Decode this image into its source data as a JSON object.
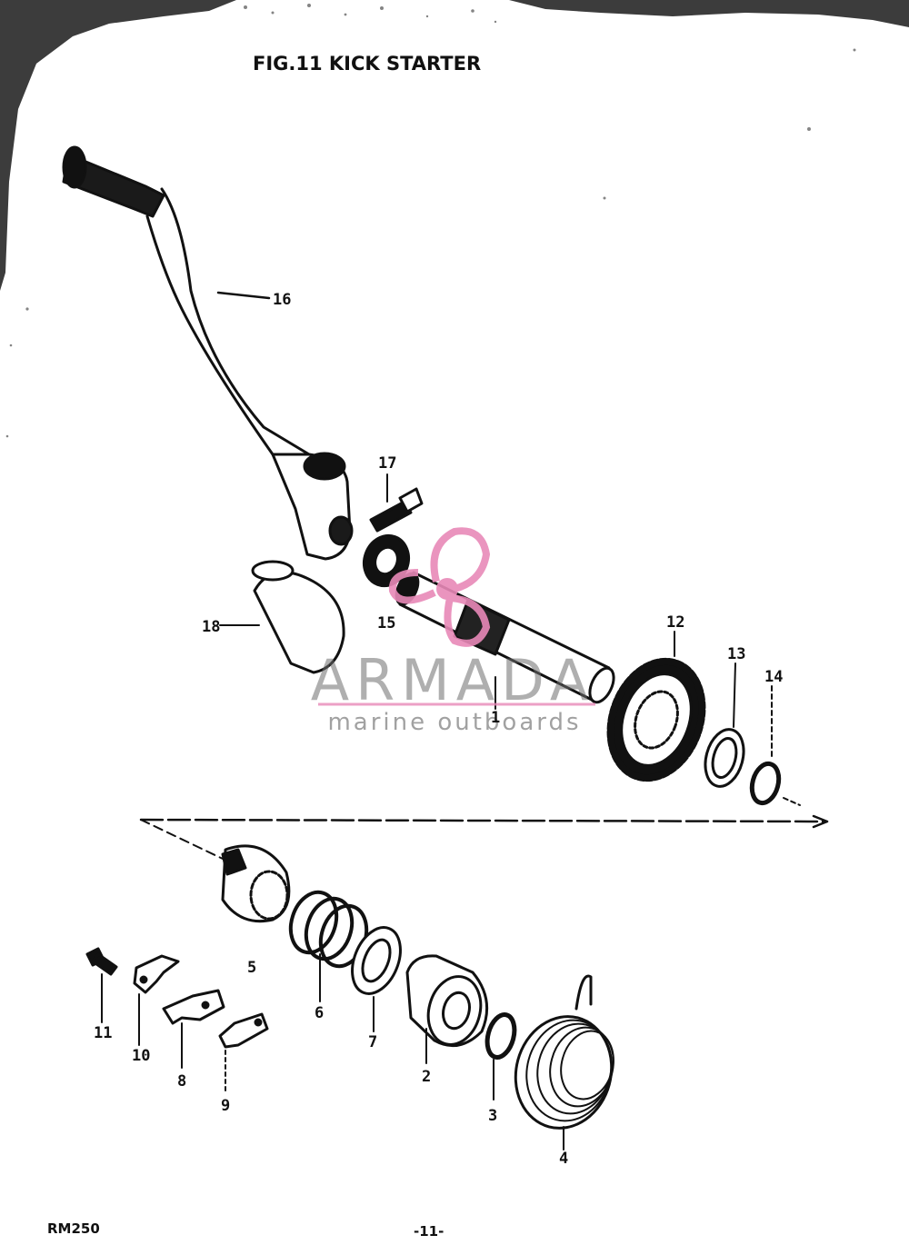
{
  "figure_title": "FIG.11  KICK STARTER",
  "model": "RM250",
  "page_number": "-11-",
  "watermark": {
    "brand": "ARMADA",
    "tagline": "marine outboards",
    "accent": "#e889b8"
  },
  "callouts": [
    "16",
    "17",
    "15",
    "18",
    "1",
    "12",
    "13",
    "14",
    "5",
    "6",
    "7",
    "2",
    "3",
    "4",
    "11",
    "10",
    "8",
    "9"
  ]
}
